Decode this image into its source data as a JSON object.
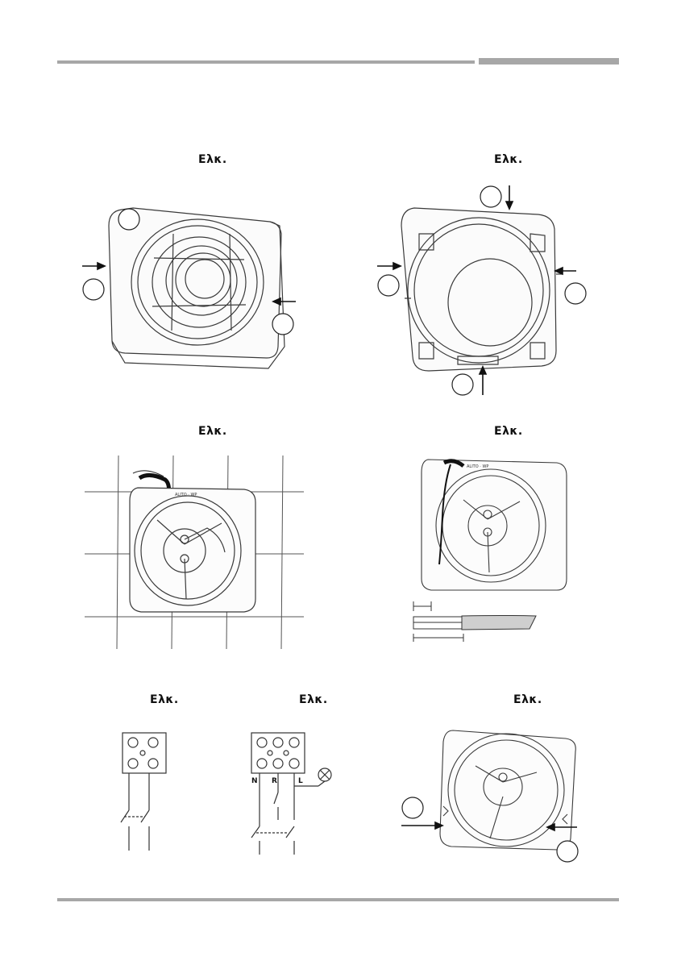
{
  "figures": [
    {
      "id": "fig-front-cover",
      "label": "Ελκ."
    },
    {
      "id": "fig-base-frame",
      "label": "Ελκ."
    },
    {
      "id": "fig-wall-mounted",
      "label": "Ελκ."
    },
    {
      "id": "fig-cable-routing",
      "label": "Ελκ."
    },
    {
      "id": "fig-wiring-2pin",
      "label": "Ελκ."
    },
    {
      "id": "fig-wiring-3pin",
      "label": "Ελκ."
    },
    {
      "id": "fig-cover-release",
      "label": "Ελκ."
    }
  ],
  "wiring_3pin": {
    "terminal_n": "N",
    "terminal_r": "R",
    "terminal_l": "L"
  },
  "product_marking": "ALITO · WP",
  "colors": {
    "rule": "#a7a7a7",
    "line": "#3a3a3a"
  }
}
